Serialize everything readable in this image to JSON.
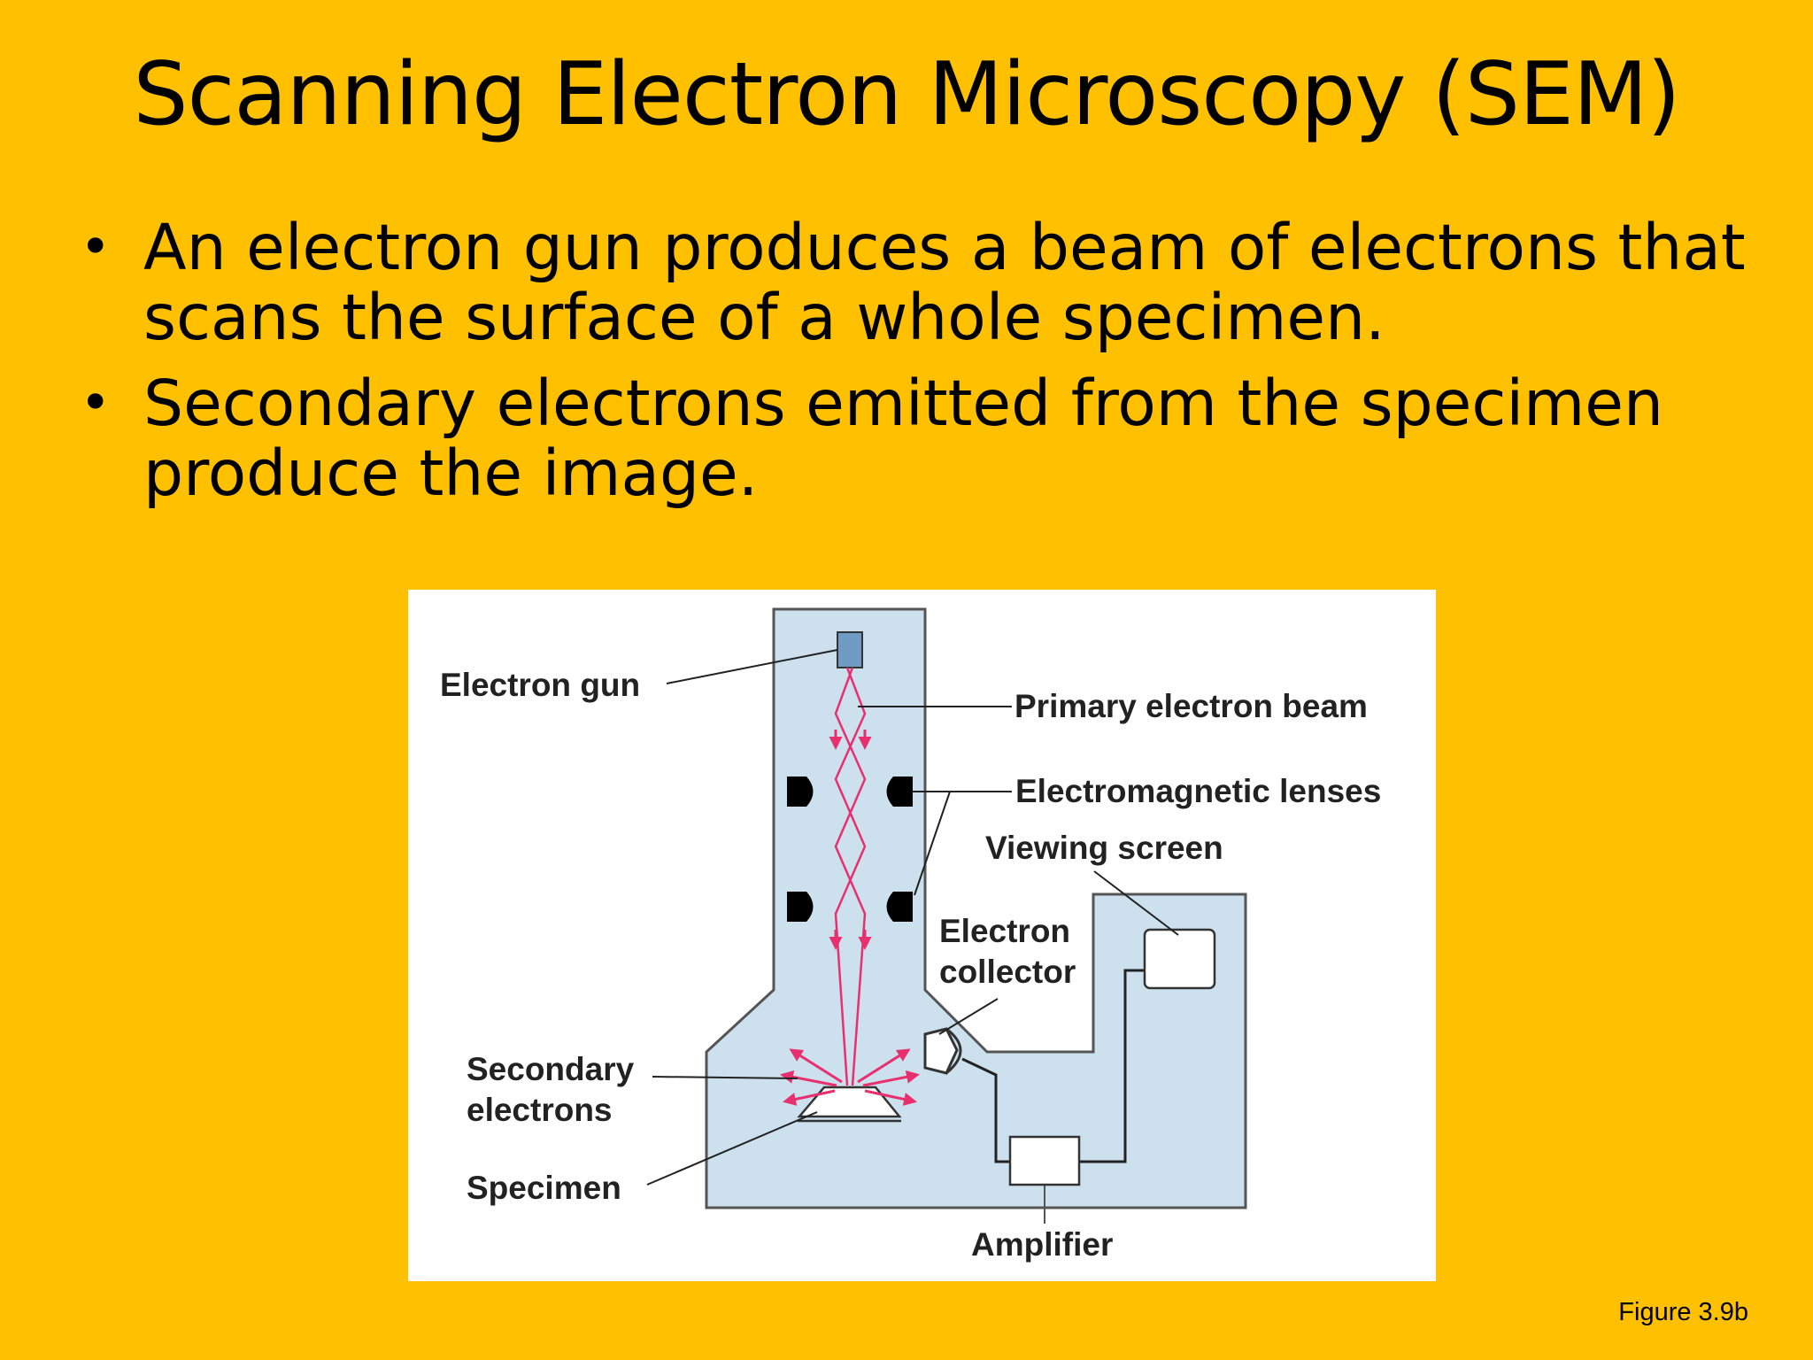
{
  "slide": {
    "title": "Scanning Electron Microscopy (SEM)",
    "bullets": [
      "An electron gun produces a beam of electrons that scans the surface of a whole specimen.",
      "Secondary electrons emitted from the specimen produce the image."
    ],
    "figure_caption": "Figure 3.9b",
    "background_color": "#FFC000"
  },
  "diagram": {
    "labels": {
      "electron_gun": "Electron gun",
      "primary_beam": "Primary electron beam",
      "em_lenses": "Electromagnetic lenses",
      "viewing_screen": "Viewing screen",
      "electron_collector_1": "Electron",
      "electron_collector_2": "collector",
      "secondary_1": "Secondary",
      "secondary_2": "electrons",
      "specimen": "Specimen",
      "amplifier": "Amplifier"
    },
    "colors": {
      "chamber_fill": "#CCE0EE",
      "beam": "#E8306E",
      "gun": "#6F9AC4",
      "lens": "#000000"
    }
  }
}
